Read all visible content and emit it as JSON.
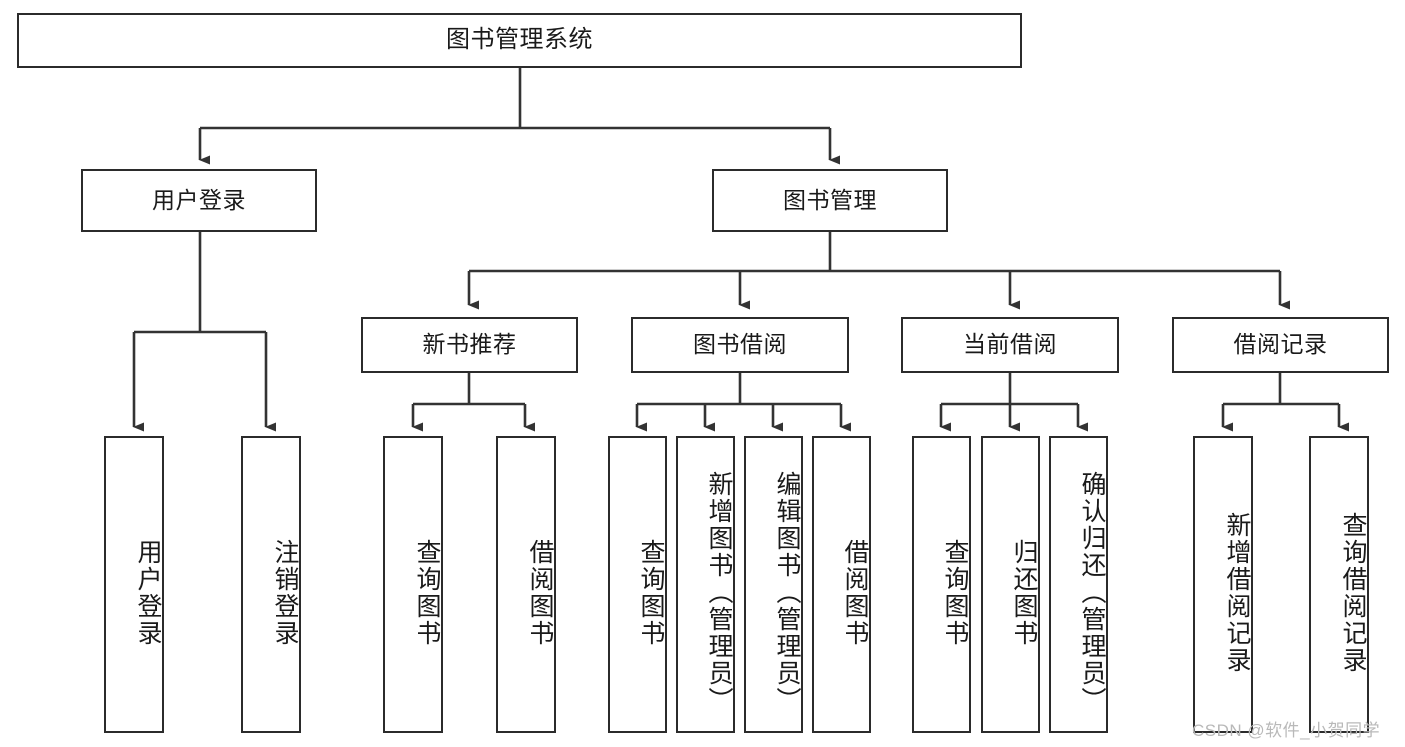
{
  "diagram": {
    "type": "tree",
    "title": "图书管理系统",
    "orientation": "top-down",
    "colors": {
      "box_border": "#2b2b2b",
      "box_fill": "#ffffff",
      "connector": "#333333",
      "text": "#1a1a1a",
      "watermark": "#b9b9b9",
      "background": "#ffffff"
    },
    "levels": {
      "root": {
        "label": "图书管理系统"
      },
      "level2": [
        {
          "label": "用户登录"
        },
        {
          "label": "图书管理"
        }
      ],
      "level3": [
        {
          "label": "新书推荐"
        },
        {
          "label": "图书借阅"
        },
        {
          "label": "当前借阅"
        },
        {
          "label": "借阅记录"
        }
      ],
      "leaves": {
        "user_login": [
          {
            "label": "用户登录"
          },
          {
            "label": "注销登录"
          }
        ],
        "new_book_recommend": [
          {
            "label": "查询图书"
          },
          {
            "label": "借阅图书"
          }
        ],
        "book_borrow": [
          {
            "label": "查询图书"
          },
          {
            "label": "新增图书（管理员）"
          },
          {
            "label": "编辑图书（管理员）"
          },
          {
            "label": "借阅图书"
          }
        ],
        "current_borrow": [
          {
            "label": "查询图书"
          },
          {
            "label": "归还图书"
          },
          {
            "label": "确认归还（管理员）"
          }
        ],
        "borrow_record": [
          {
            "label": "新增借阅记录"
          },
          {
            "label": "查询借阅记录"
          }
        ]
      }
    }
  },
  "watermark": {
    "text": "CSDN @软件_小贺同学"
  }
}
